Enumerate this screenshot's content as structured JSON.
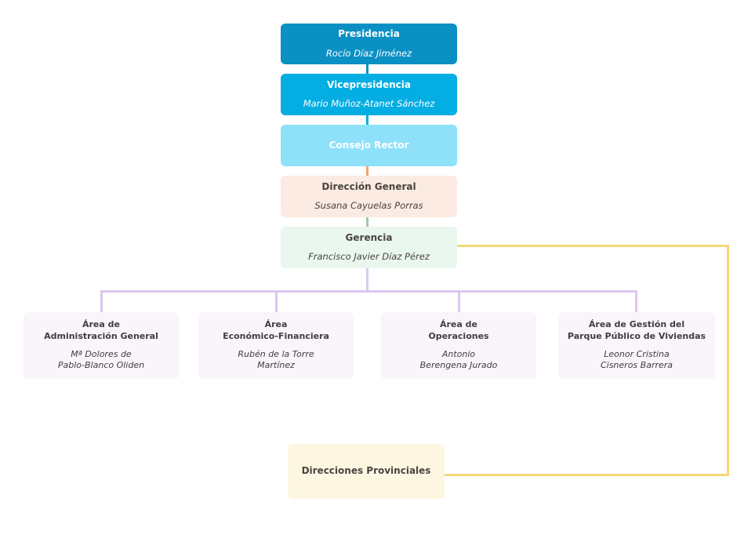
{
  "org": {
    "nodes": {
      "presidencia": {
        "title": "Presidencia",
        "person": "Rocío Díaz Jiménez",
        "bg": "#0b90c4",
        "text_color": "#ffffff"
      },
      "vicepresidencia": {
        "title": "Vicepresidencia",
        "person": "Mario Muñoz-Atanet Sánchez",
        "bg": "#04ade2",
        "text_color": "#ffffff"
      },
      "consejo_rector": {
        "title": "Consejo Rector",
        "bg": "#8fe1fa",
        "text_color": "#ffffff"
      },
      "direccion_general": {
        "title": "Dirección General",
        "person": "Susana Cayuelas Porras",
        "bg": "#fcebe2",
        "text_color": "#4a4440"
      },
      "gerencia": {
        "title": "Gerencia",
        "person": "Francisco Javier Díaz Pérez",
        "bg": "#e9f7ef",
        "text_color": "#4a4440"
      },
      "areas": [
        {
          "title": "Área de\nAdministración General",
          "person": "Mª Dolores de\nPablo-Blanco Oliden",
          "bg": "#faf4fb",
          "text_color": "#413d42"
        },
        {
          "title": "Área\nEconómico-Financiera",
          "person": "Rubén de la Torre\nMartínez",
          "bg": "#faf4fb",
          "text_color": "#413d42"
        },
        {
          "title": "Área de\nOperaciones",
          "person": "Antonio\nBerengena Jurado",
          "bg": "#faf4fb",
          "text_color": "#413d42"
        },
        {
          "title": "Área de Gestión del\nParque Público de Viviendas",
          "person": "Leonor Cristina\nCisneros Barrera",
          "bg": "#faf4fb",
          "text_color": "#413d42"
        }
      ],
      "direcciones_provinciales": {
        "title": "Direcciones Provinciales",
        "bg": "#fdf7e2",
        "text_color": "#4a4440"
      }
    },
    "connectors": {
      "presidencia_to_vicepresidencia": "#0b90c4",
      "vicepresidencia_to_consejo_rector": "#04ade2",
      "consejo_rector_to_direccion_general": "#f5a571",
      "direccion_general_to_gerencia": "#9dcaa9",
      "gerencia_to_areas": "#dcc7ed",
      "gerencia_to_direcciones_provinciales": "#f5d87a"
    }
  }
}
